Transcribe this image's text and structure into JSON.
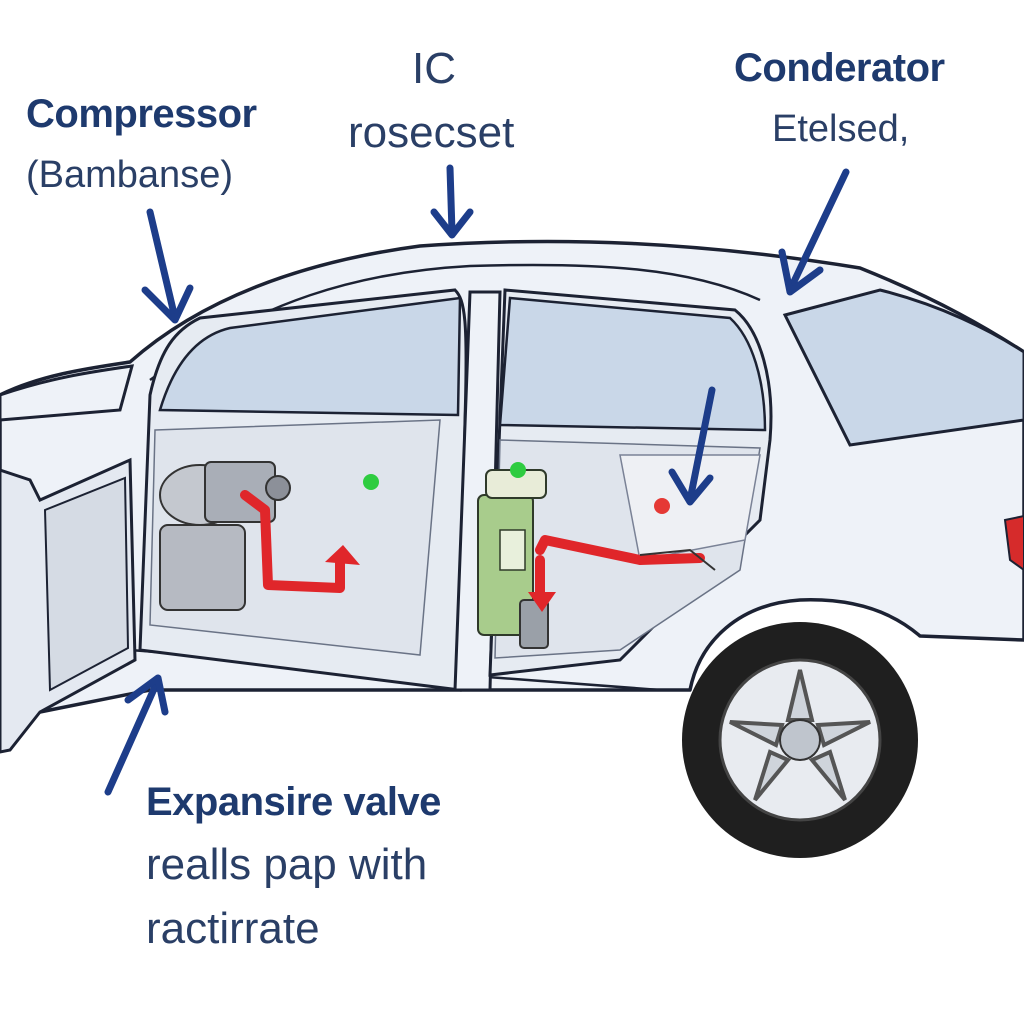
{
  "labels": {
    "compressor": {
      "title": "Compressor",
      "subtitle": "(Bambanse)"
    },
    "ic": {
      "line1": "IC",
      "line2": "rosecset"
    },
    "condenser": {
      "title": "Conderator",
      "subtitle": "Etelsed,"
    },
    "expansion": {
      "title": "Expansire valve",
      "line2": "realls pap with",
      "line3": "ractirrate"
    }
  },
  "colors": {
    "label_text": "#1e3a6e",
    "arrow": "#1d3d8a",
    "refrigerant_line": "#e0262a",
    "car_body": "#eef2f8",
    "glass": "#c9d7e8",
    "indicator_green": "#2ecc40",
    "indicator_red": "#e53935"
  },
  "icons": [
    "compressor-unit-icon",
    "receiver-drier-icon",
    "wheel-icon",
    "flow-arrow-icon"
  ]
}
